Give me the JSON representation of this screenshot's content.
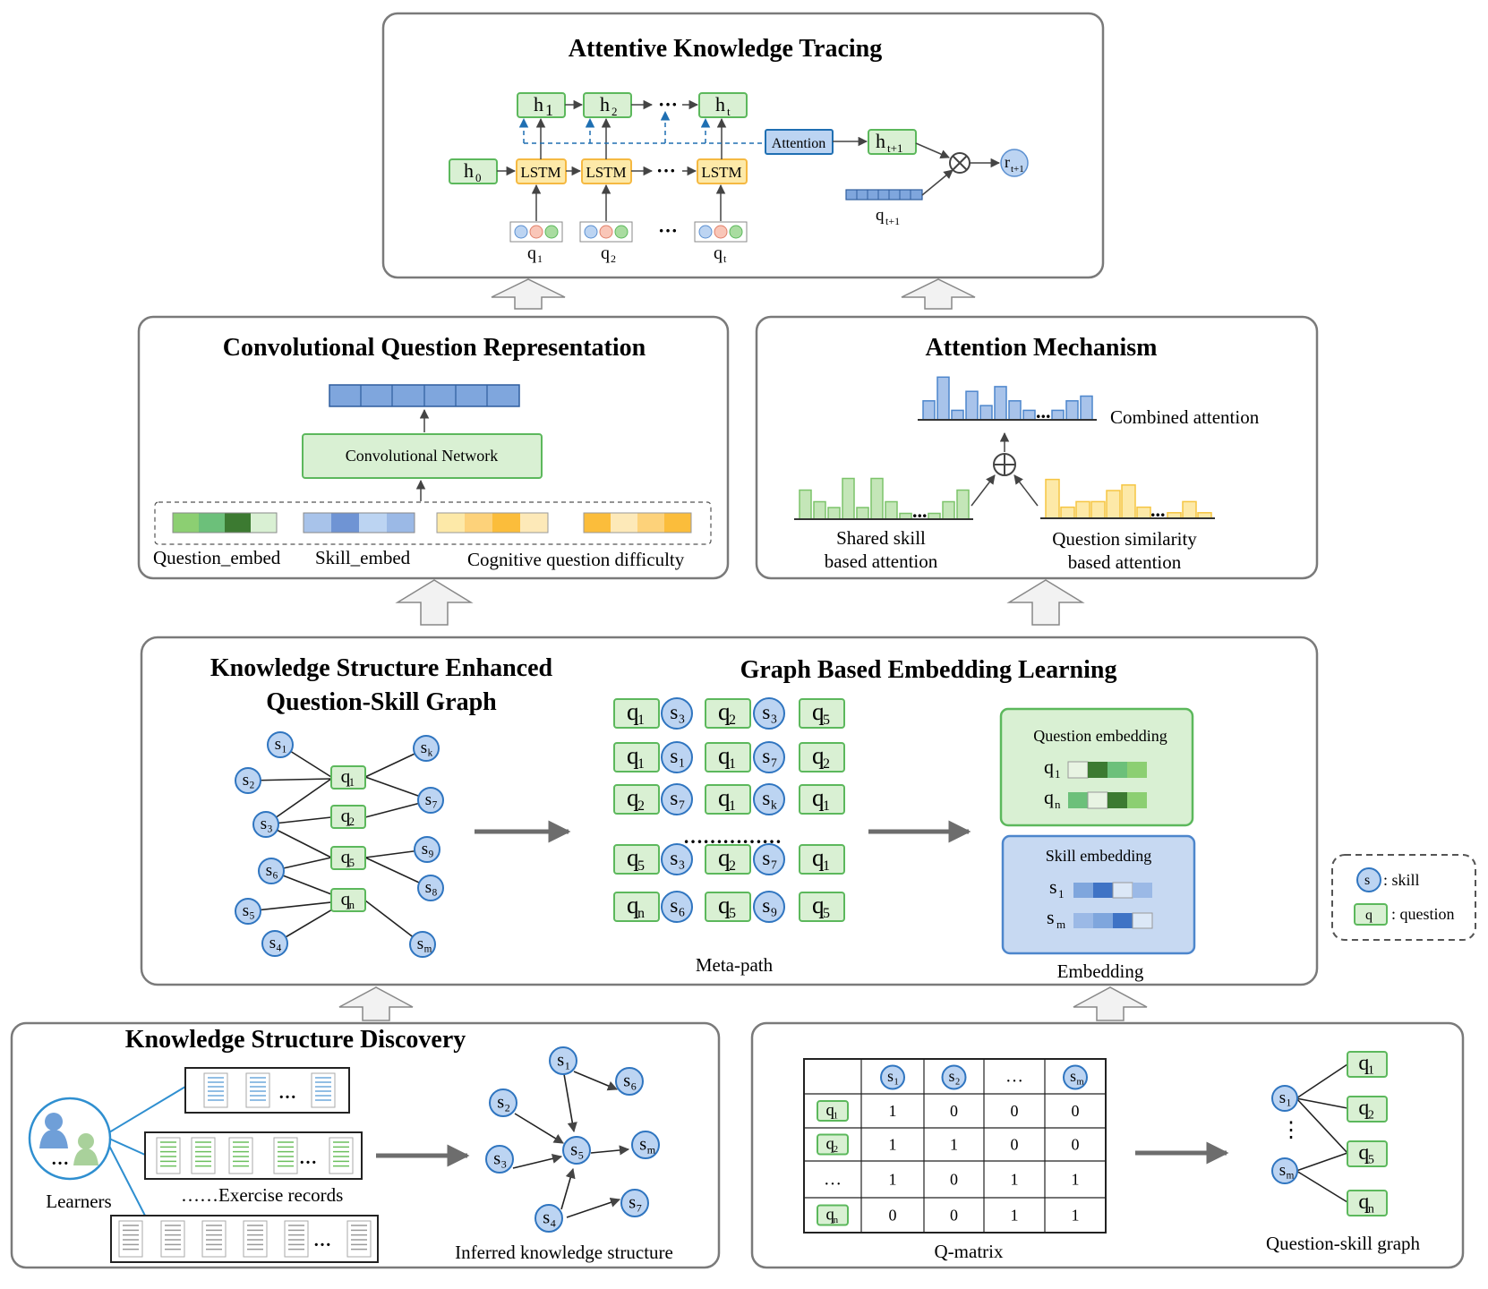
{
  "panels": {
    "akt": {
      "title": "Attentive Knowledge Tracing",
      "h_nodes": [
        "h",
        "h",
        "h"
      ],
      "h_subs": [
        "1",
        "2",
        "t"
      ],
      "h0": "h",
      "h0_sub": "0",
      "lstm_label": "LSTM",
      "ellipsis": "···",
      "q_labels": [
        "q",
        "q",
        "q"
      ],
      "q_subs": [
        "1",
        "2",
        "t"
      ],
      "attention_label": "Attention",
      "h_next": "h",
      "h_next_sub": "t+1",
      "r_next": "r",
      "r_next_sub": "t+1",
      "q_next": "q",
      "q_next_sub": "t+1"
    },
    "cqr": {
      "title": "Convolutional Question Representation",
      "network_label": "Convolutional Network",
      "input_labels": [
        "Question_embed",
        "Skill_embed",
        "Cognitive question difficulty"
      ]
    },
    "attn": {
      "title": "Attention Mechanism",
      "combined_label": "Combined attention",
      "shared_label_1": "Shared skill",
      "shared_label_2": "based attention",
      "similarity_label_1": "Question similarity",
      "similarity_label_2": "based attention",
      "ellipsis": "..."
    },
    "graph": {
      "title_left_1": "Knowledge Structure Enhanced",
      "title_left_2": "Question-Skill Graph",
      "title_right": "Graph Based Embedding Learning",
      "metapath_label": "Meta-path",
      "metapath_dots": "……………",
      "embedding_label": "Embedding",
      "question_embedding_title": "Question embedding",
      "skill_embedding_title": "Skill embedding",
      "qe_rows": [
        {
          "base": "q",
          "sub": "1"
        },
        {
          "base": "q",
          "sub": "n"
        }
      ],
      "se_rows": [
        {
          "base": "s",
          "sub": "1"
        },
        {
          "base": "s",
          "sub": "m"
        }
      ],
      "skill_nodes": [
        {
          "base": "s",
          "sub": "1"
        },
        {
          "base": "s",
          "sub": "2"
        },
        {
          "base": "s",
          "sub": "3"
        },
        {
          "base": "s",
          "sub": "6"
        },
        {
          "base": "s",
          "sub": "5"
        },
        {
          "base": "s",
          "sub": "4"
        },
        {
          "base": "s",
          "sub": "k"
        },
        {
          "base": "s",
          "sub": "7"
        },
        {
          "base": "s",
          "sub": "9"
        },
        {
          "base": "s",
          "sub": "8"
        },
        {
          "base": "s",
          "sub": "m"
        }
      ],
      "question_nodes": [
        {
          "base": "q",
          "sub": "1"
        },
        {
          "base": "q",
          "sub": "2"
        },
        {
          "base": "q",
          "sub": "5"
        },
        {
          "base": "q",
          "sub": "n"
        }
      ],
      "metapaths": [
        [
          "q1",
          "s3",
          "q2",
          "s3",
          "q5"
        ],
        [
          "q1",
          "s1",
          "q1",
          "s7",
          "q2"
        ],
        [
          "q2",
          "s7",
          "q1",
          "sk",
          "q1"
        ],
        [
          "q5",
          "s3",
          "q2",
          "s7",
          "q1"
        ],
        [
          "qn",
          "s6",
          "q5",
          "s9",
          "q5"
        ]
      ]
    },
    "legend": {
      "skill_symbol": "s",
      "skill_label": ": skill",
      "question_symbol": "q",
      "question_label": ": question"
    },
    "ksd": {
      "title": "Knowledge Structure Discovery",
      "learners_label": "Learners",
      "records_label": "……Exercise records",
      "inferred_label": "Inferred knowledge structure",
      "ellipsis": "…",
      "nodes": [
        {
          "base": "s",
          "sub": "1"
        },
        {
          "base": "s",
          "sub": "6"
        },
        {
          "base": "s",
          "sub": "2"
        },
        {
          "base": "s",
          "sub": "3"
        },
        {
          "base": "s",
          "sub": "5"
        },
        {
          "base": "s",
          "sub": "m"
        },
        {
          "base": "s",
          "sub": "4"
        },
        {
          "base": "s",
          "sub": "7"
        }
      ]
    },
    "qmatrix": {
      "matrix_label": "Q-matrix",
      "graph_label": "Question-skill graph",
      "col_headers": [
        {
          "base": "s",
          "sub": "1"
        },
        {
          "base": "s",
          "sub": "2"
        },
        {
          "base": "…",
          "sub": ""
        },
        {
          "base": "s",
          "sub": "m"
        }
      ],
      "row_headers": [
        {
          "base": "q",
          "sub": "1"
        },
        {
          "base": "q",
          "sub": "2"
        },
        {
          "base": "…",
          "sub": ""
        },
        {
          "base": "q",
          "sub": "n"
        }
      ],
      "cells": [
        [
          "1",
          "0",
          "0",
          "0"
        ],
        [
          "1",
          "1",
          "0",
          "0"
        ],
        [
          "1",
          "0",
          "1",
          "1"
        ],
        [
          "0",
          "0",
          "1",
          "1"
        ]
      ],
      "graph_skills": [
        {
          "base": "s",
          "sub": "1"
        },
        {
          "base": "s",
          "sub": "m"
        }
      ],
      "graph_questions": [
        {
          "base": "q",
          "sub": "1"
        },
        {
          "base": "q",
          "sub": "2"
        },
        {
          "base": "q",
          "sub": "5"
        },
        {
          "base": "q",
          "sub": "n"
        }
      ],
      "vdots": "⋮"
    }
  },
  "colors": {
    "panel_border": "#7a7a7a",
    "green_fill": "#d9f0d3",
    "green_stroke": "#5cb85c",
    "blue_fill": "#bcd4f2",
    "blue_stroke": "#2f75c0",
    "lstm_fill": "#fde9a8",
    "lstm_stroke": "#f5b942",
    "arrow_gray": "#6d6d6d"
  },
  "chart_data": [
    {
      "type": "bar",
      "title": "Combined attention",
      "values": [
        4,
        9,
        2,
        6,
        3,
        7,
        4,
        2,
        0,
        2,
        4,
        5
      ]
    },
    {
      "type": "bar",
      "title": "Shared skill based attention",
      "values": [
        5,
        3,
        2,
        7,
        2,
        7,
        3,
        1,
        0,
        1,
        3,
        5
      ]
    },
    {
      "type": "bar",
      "title": "Question similarity based attention",
      "values": [
        7,
        2,
        3,
        3,
        5,
        6,
        2,
        0,
        1,
        3,
        1
      ]
    }
  ]
}
